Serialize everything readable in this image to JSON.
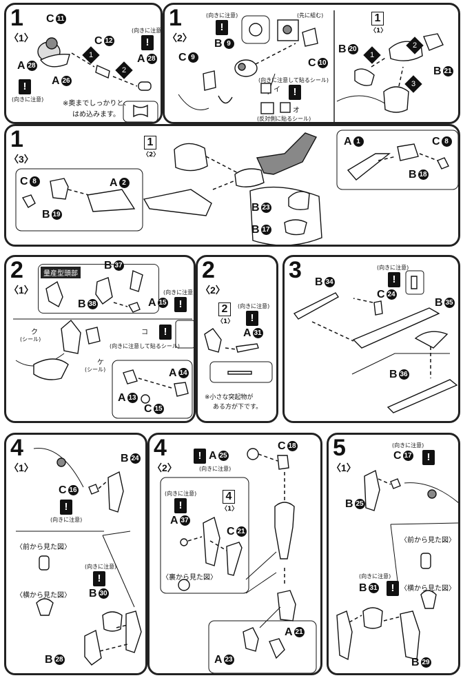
{
  "panels": {
    "p1_1": {
      "step": "1",
      "sub": "〈1〉"
    },
    "p1_2": {
      "step": "1",
      "sub": "〈2〉"
    },
    "p1_3": {
      "step": "1",
      "sub": "〈3〉"
    },
    "p2_1": {
      "step": "2",
      "sub": "〈1〉"
    },
    "p2_2": {
      "step": "2",
      "sub": "〈2〉"
    },
    "p3": {
      "step": "3"
    },
    "p4_1": {
      "step": "4",
      "sub": "〈1〉"
    },
    "p4_2": {
      "step": "4",
      "sub": "〈2〉"
    },
    "p5_1": {
      "step": "5",
      "sub": "〈1〉"
    }
  },
  "text": {
    "caution": "(向きに注意)",
    "caution_sticker": "(向きに注意して貼るシール)",
    "reverse_sticker": "(反対側に貼るシール)",
    "sticker": "(シール)",
    "assemble_first": "(先に組む)",
    "press_line1": "※奥までしっかりと、",
    "press_line2": "はめ込みます。",
    "head_mass": "量産型頭部",
    "bump_line1": "※小さな突起物が",
    "bump_line2": "ある方が下です。",
    "front_view": "〈前から見た図〉",
    "side_view": "〈横から見た図〉",
    "back_view": "〈裏から見た図〉",
    "warn": "!",
    "sticker_i": "イ",
    "sticker_o": "オ",
    "sticker_ku": "ク",
    "sticker_ko": "コ",
    "sticker_ke": "ケ"
  },
  "labels": {
    "c11": {
      "l": "C",
      "n": "11"
    },
    "a28a": {
      "l": "A",
      "n": "28"
    },
    "a26": {
      "l": "A",
      "n": "26"
    },
    "c12": {
      "l": "C",
      "n": "12"
    },
    "a28b": {
      "l": "A",
      "n": "28"
    },
    "c9": {
      "l": "C",
      "n": "9"
    },
    "b9": {
      "l": "B",
      "n": "9"
    },
    "c10": {
      "l": "C",
      "n": "10"
    },
    "b20": {
      "l": "B",
      "n": "20"
    },
    "b21": {
      "l": "B",
      "n": "21"
    },
    "a1": {
      "l": "A",
      "n": "1"
    },
    "c8a": {
      "l": "C",
      "n": "8"
    },
    "b18": {
      "l": "B",
      "n": "18"
    },
    "c8b": {
      "l": "C",
      "n": "8"
    },
    "b19": {
      "l": "B",
      "n": "19"
    },
    "a2": {
      "l": "A",
      "n": "2"
    },
    "b23": {
      "l": "B",
      "n": "23"
    },
    "b17": {
      "l": "B",
      "n": "17"
    },
    "b37": {
      "l": "B",
      "n": "37"
    },
    "b38": {
      "l": "B",
      "n": "38"
    },
    "a15": {
      "l": "A",
      "n": "15"
    },
    "a14": {
      "l": "A",
      "n": "14"
    },
    "a13": {
      "l": "A",
      "n": "13"
    },
    "c15": {
      "l": "C",
      "n": "15"
    },
    "a31": {
      "l": "A",
      "n": "31"
    },
    "b34": {
      "l": "B",
      "n": "34"
    },
    "c24": {
      "l": "C",
      "n": "24"
    },
    "b35": {
      "l": "B",
      "n": "35"
    },
    "b36": {
      "l": "B",
      "n": "36"
    },
    "b24": {
      "l": "B",
      "n": "24"
    },
    "c16": {
      "l": "C",
      "n": "16"
    },
    "b30": {
      "l": "B",
      "n": "30"
    },
    "b28": {
      "l": "B",
      "n": "28"
    },
    "a25": {
      "l": "A",
      "n": "25"
    },
    "c18": {
      "l": "C",
      "n": "18"
    },
    "a37": {
      "l": "A",
      "n": "37"
    },
    "c21": {
      "l": "C",
      "n": "21"
    },
    "a21": {
      "l": "A",
      "n": "21"
    },
    "a23": {
      "l": "A",
      "n": "23"
    },
    "c17": {
      "l": "C",
      "n": "17"
    },
    "b25": {
      "l": "B",
      "n": "25"
    },
    "b31": {
      "l": "B",
      "n": "31"
    },
    "b29": {
      "l": "B",
      "n": "29"
    }
  },
  "refs": {
    "r1_1": {
      "step": "1",
      "sub": "〈1〉"
    },
    "r1_2": {
      "step": "1",
      "sub": "〈2〉"
    },
    "r2_1": {
      "step": "2",
      "sub": "〈1〉"
    },
    "r4_1": {
      "step": "4",
      "sub": "〈1〉"
    }
  },
  "arrows": {
    "one": "1",
    "two": "2",
    "three": "3"
  }
}
